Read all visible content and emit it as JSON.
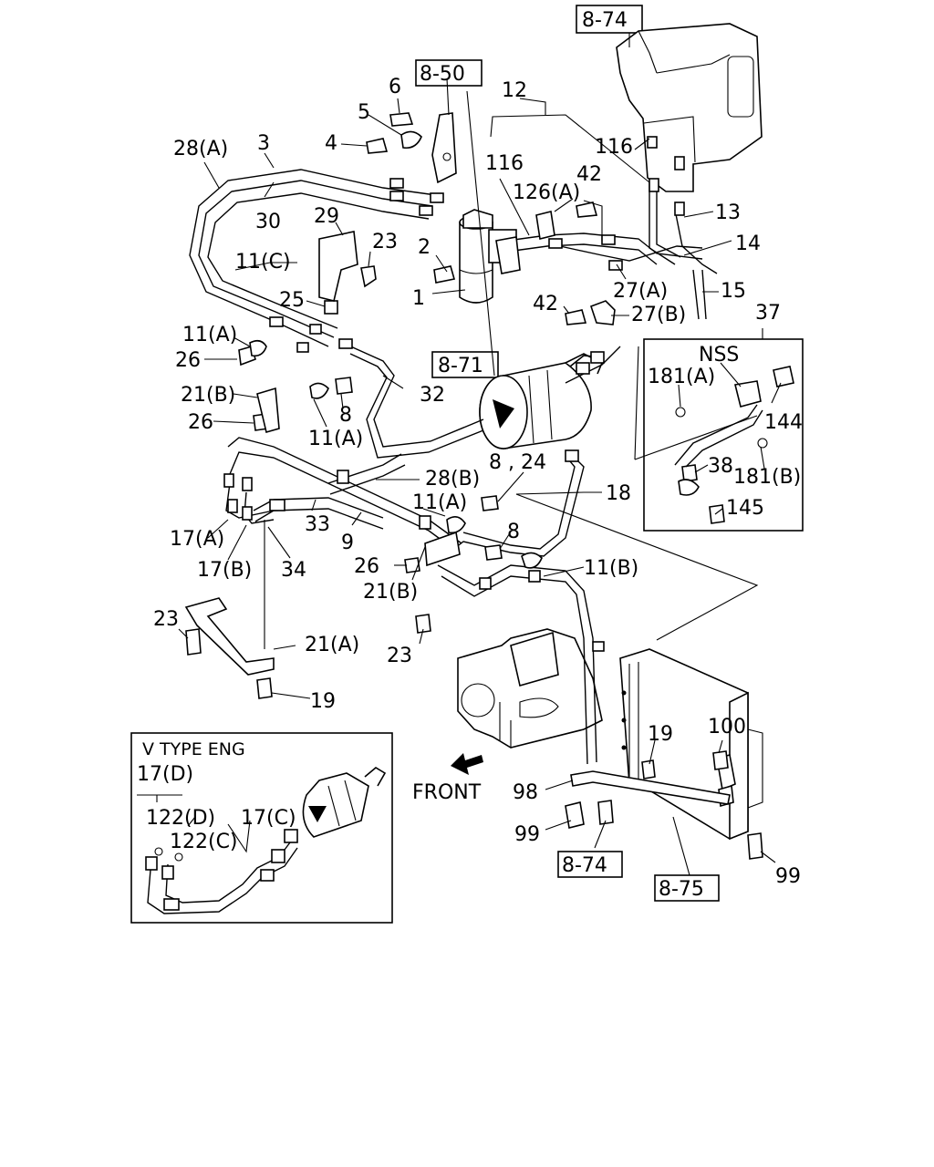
{
  "diagram": {
    "ref_boxes": {
      "r8_74_top": "8-74",
      "r8_50": "8-50",
      "r8_71": "8-71",
      "r8_74_bottom": "8-74",
      "r8_75": "8-75"
    },
    "labels": {
      "l6": "6",
      "l5": "5",
      "l4": "4",
      "l28a": "28(A)",
      "l3": "3",
      "l30": "30",
      "l12": "12",
      "l116a": "116",
      "l116b": "116",
      "l42a": "42",
      "l126a": "126(A)",
      "l13": "13",
      "l14": "14",
      "l15": "15",
      "l27a": "27(A)",
      "l27b": "27(B)",
      "l42b": "42",
      "l2": "2",
      "l1": "1",
      "l29": "29",
      "l23a": "23",
      "l11c": "11(C)",
      "l25": "25",
      "l11a_1": "11(A)",
      "l26a": "26",
      "l32": "32",
      "l21b_1": "21(B)",
      "l8a": "8",
      "l26b": "26",
      "l11a_2": "11(A)",
      "l8_24": "8 , 24",
      "l28b": "28(B)",
      "l18": "18",
      "l11a_3": "11(A)",
      "l33": "33",
      "l9": "9",
      "l8b": "8",
      "l17a": "17(A)",
      "l17b": "17(B)",
      "l34": "34",
      "l26c": "26",
      "l11b": "11(B)",
      "l21b_2": "21(B)",
      "l23b": "23",
      "l21a": "21(A)",
      "l23c": "23",
      "l19a": "19",
      "l37": "37",
      "lnss": "NSS",
      "l181a": "181(A)",
      "l144": "144",
      "l38": "38",
      "l181b": "181(B)",
      "l145": "145",
      "l19b": "19",
      "l100": "100",
      "l98": "98",
      "l99a": "99",
      "l99b": "99"
    },
    "front_label": "FRONT",
    "inset": {
      "title": "V TYPE ENG",
      "l17d": "17(D)",
      "l122d": "122(D)",
      "l17c": "17(C)",
      "l122c": "122(C)"
    }
  }
}
